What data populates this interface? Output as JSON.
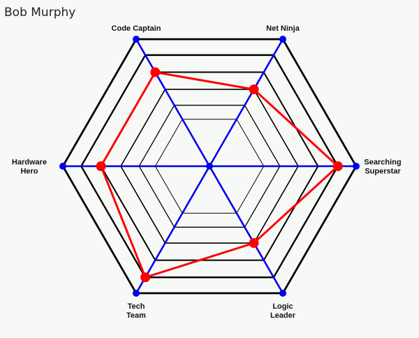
{
  "title": "Bob Murphy",
  "chart_data": {
    "type": "radar",
    "title": "",
    "categories": [
      {
        "label": [
          "Searching",
          "Superstar"
        ]
      },
      {
        "label": [
          "Net Ninja"
        ]
      },
      {
        "label": [
          "Code Captain"
        ]
      },
      {
        "label": [
          "Hardware",
          "Hero"
        ]
      },
      {
        "label": [
          "Tech",
          "Team"
        ]
      },
      {
        "label": [
          "Logic",
          "Leader"
        ]
      }
    ],
    "series": [
      {
        "values": [
          5,
          3,
          4,
          4,
          5,
          3
        ],
        "color": "#ff0000"
      }
    ],
    "scale_max": 6,
    "grid_levels": 6,
    "axis_color": "#0000ee",
    "grid_color": "#000000"
  }
}
